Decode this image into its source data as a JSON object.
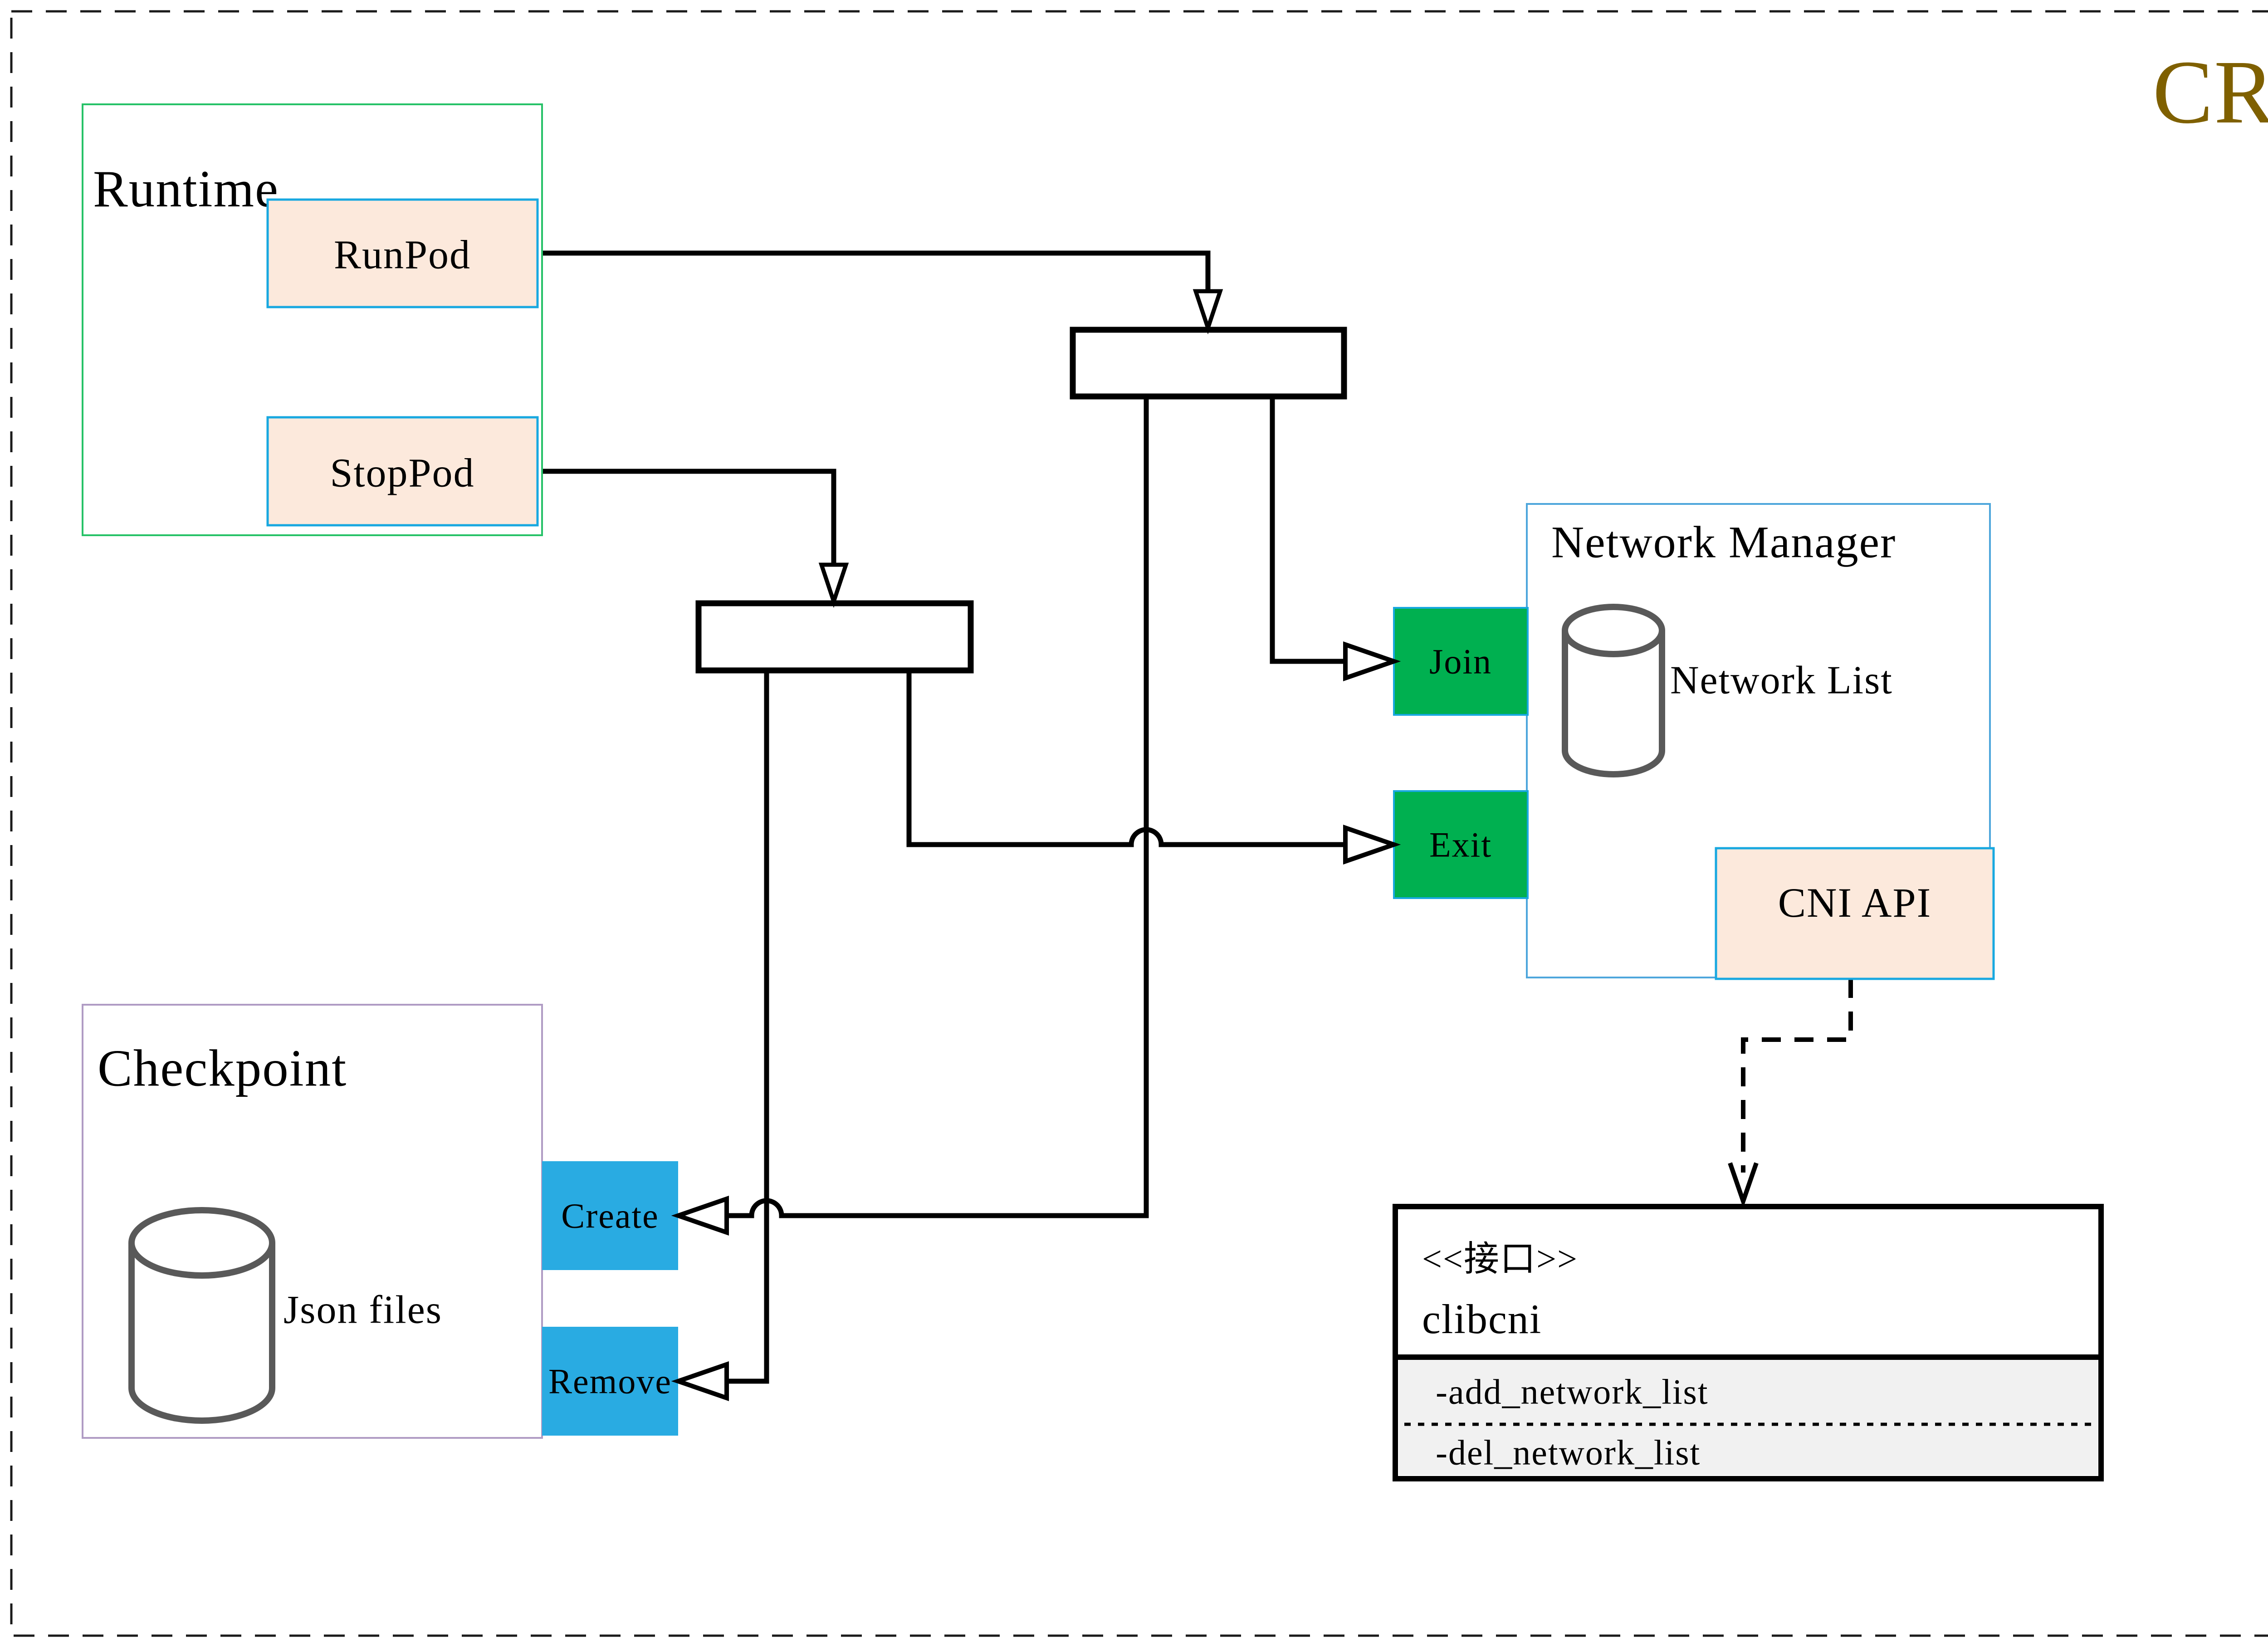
{
  "header": {
    "cri_label": "CRI"
  },
  "runtime": {
    "title": "Runtime",
    "runpod_label": "RunPod",
    "stoppod_label": "StopPod"
  },
  "network_manager": {
    "title": "Network Manager",
    "network_list_label": "Network List",
    "join_label": "Join",
    "exit_label": "Exit",
    "cni_api_label": "CNI API"
  },
  "checkpoint": {
    "title": "Checkpoint",
    "json_files_label": "Json files",
    "create_label": "Create",
    "remove_label": "Remove"
  },
  "clibcni": {
    "stereotype": "<<接口>>",
    "name": "clibcni",
    "methods": [
      "-add_network_list",
      "-del_network_list"
    ]
  },
  "colors": {
    "cri_gold": "#7F6000",
    "runtime_border_green": "#27C268",
    "peach_fill": "#FCE9DC",
    "cyan_border": "#18A8E0",
    "green_fill": "#00B050",
    "blue_fill": "#29ABE2",
    "checkpoint_border_purple": "#B09CC4",
    "network_manager_border_blue": "#4EA6DC",
    "interface_section_gray": "#F1F1F1",
    "cylinder_gray": "#595959",
    "connector_black": "#000000"
  }
}
